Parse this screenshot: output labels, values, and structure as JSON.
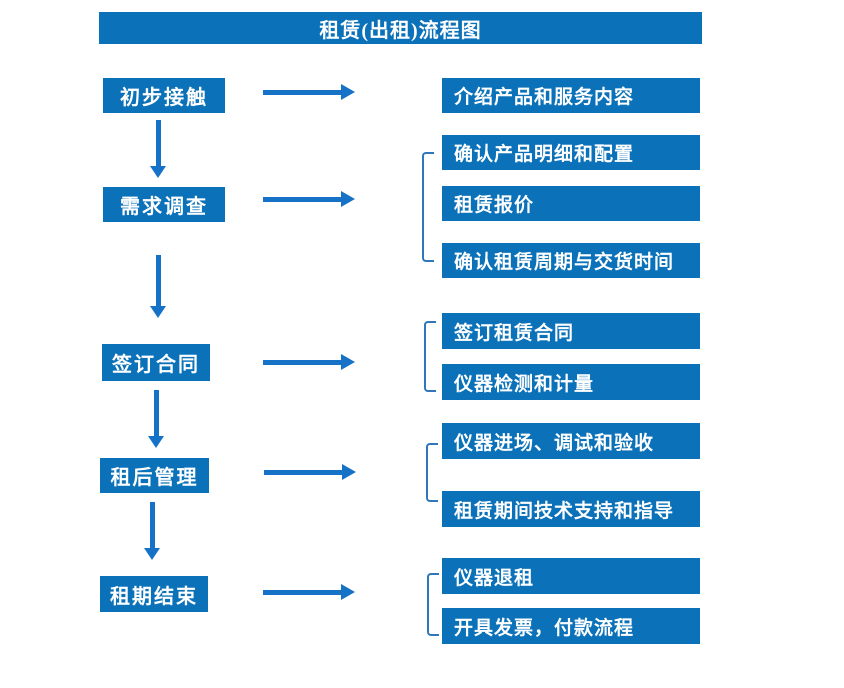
{
  "title": "租赁(出租)流程图",
  "colors": {
    "box_blue": "#0b71b8",
    "arrow_blue": "#1672c6",
    "bracket_blue": "#3076bb",
    "text_white": "#ffffff",
    "background": "#ffffff"
  },
  "steps": [
    {
      "label": "初步接触",
      "outputs": [
        "介绍产品和服务内容"
      ]
    },
    {
      "label": "需求调查",
      "outputs": [
        "确认产品明细和配置",
        "租赁报价",
        "确认租赁周期与交货时间"
      ]
    },
    {
      "label": "签订合同",
      "outputs": [
        "签订租赁合同",
        "仪器检测和计量"
      ]
    },
    {
      "label": "租后管理",
      "outputs": [
        "仪器进场、调试和验收",
        "租赁期间技术支持和指导"
      ]
    },
    {
      "label": "租期结束",
      "outputs": [
        "仪器退租",
        "开具发票，付款流程"
      ]
    }
  ]
}
